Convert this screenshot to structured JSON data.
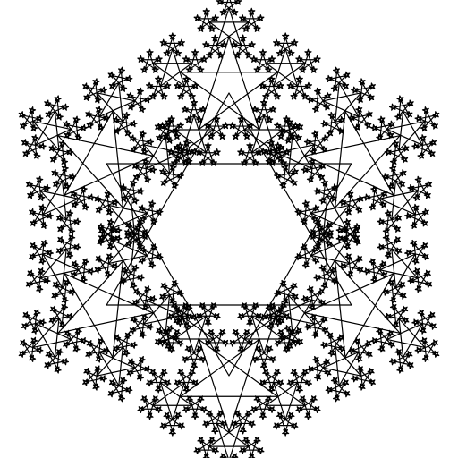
{
  "figure": {
    "kind": "star-polygon fractal",
    "line_color": "#000000",
    "background_color": "#ffffff",
    "star_points": 6,
    "star_step": 2,
    "branch_count": 6,
    "child_star_points": 5,
    "child_star_step": 2,
    "recursion_depth": 4
  }
}
